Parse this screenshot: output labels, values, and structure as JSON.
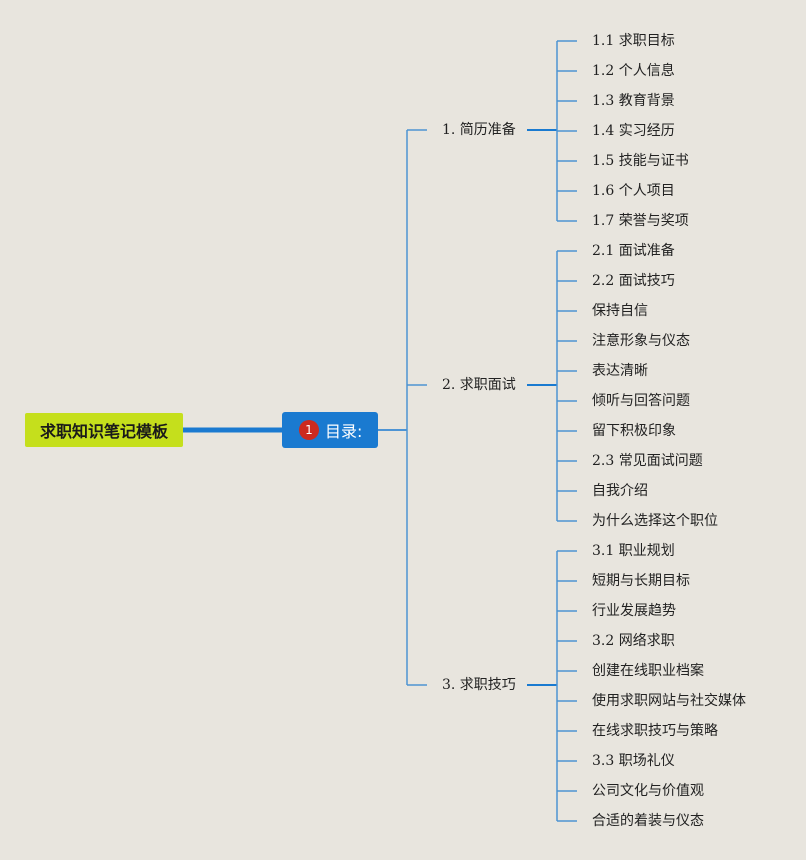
{
  "root": {
    "title": "求职知识笔记模板"
  },
  "toc": {
    "badge": "1",
    "label": "目录:"
  },
  "sections": [
    {
      "label": "1. 简历准备",
      "items": [
        "1.1 求职目标",
        "1.2 个人信息",
        "1.3 教育背景",
        "1.4 实习经历",
        "1.5 技能与证书",
        "1.6 个人项目",
        "1.7 荣誉与奖项"
      ]
    },
    {
      "label": "2. 求职面试",
      "items": [
        "2.1 面试准备",
        "2.2 面试技巧",
        "保持自信",
        "注意形象与仪态",
        "表达清晰",
        "倾听与回答问题",
        "留下积极印象",
        "2.3 常见面试问题",
        "自我介绍",
        "为什么选择这个职位"
      ]
    },
    {
      "label": "3. 求职技巧",
      "items": [
        "3.1 职业规划",
        "短期与长期目标",
        "行业发展趋势",
        "3.2 网络求职",
        "创建在线职业档案",
        "使用求职网站与社交媒体",
        "在线求职技巧与策略",
        "3.3 职场礼仪",
        "公司文化与价值观",
        "合适的着装与仪态"
      ]
    }
  ],
  "colors": {
    "connector": "#1a7ad0",
    "leaf_connector": "#4d93d2",
    "root_fill": "#c5df1c",
    "toc_fill": "#1a7ad0",
    "badge_fill": "#cc2a1f",
    "background": "#e8e5de"
  }
}
